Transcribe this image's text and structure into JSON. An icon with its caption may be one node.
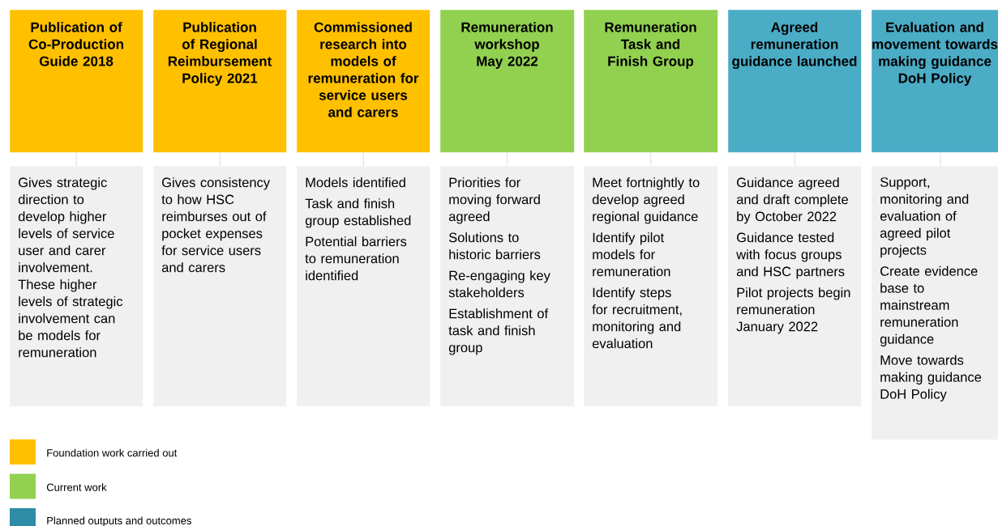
{
  "diagram": {
    "nodes": [
      {
        "text": [
          "Publication of Co-Production Guide 2018"
        ]
      },
      {
        "text": [
          "Gives strategic direction to develop higher levels of service user and carer involvement. These higher levels of strategic involvement can be models for remuneration"
        ]
      },
      {
        "text": [
          "Publication of Regional Reimbursement Policy 2021"
        ]
      },
      {
        "text": [
          "Gives consistency to how HSC reimburses out of pocket expenses for service users and carers"
        ]
      },
      {
        "text": [
          "Commissioned research into models of remuneration for service users and carers"
        ]
      },
      {
        "text": [
          "Models identified",
          "Task and finish group established",
          "Potential barriers to remuneration identified"
        ]
      },
      {
        "text": [
          "Remuneration workshop May 2022"
        ]
      },
      {
        "text": [
          "Priorities for moving forward agreed",
          "Solutions to historic barriers",
          "Re-engaging key stakeholders",
          "Establishment of task and finish group"
        ]
      },
      {
        "text": [
          "Remuneration Task and Finish Group"
        ]
      },
      {
        "text": [
          "Meet fortnightly to develop agreed regional guidance",
          "Identify pilot models for remuneration",
          "Identify steps for recruitment, monitoring and evaluation"
        ]
      },
      {
        "text": [
          "Agreed remuneration guidance launched"
        ]
      },
      {
        "text": [
          "Guidance agreed and draft complete by October 2022",
          "Guidance tested with focus groups and HSC partners",
          "Pilot projects begin remuneration January 2022"
        ]
      },
      {
        "text": [
          "Evaluation and movement towards making guidance DoH Policy"
        ]
      },
      {
        "text": [
          "Support, monitoring and evaluation of agreed pilot projects",
          "Create evidence base to mainstream remuneration guidance",
          "Move towards making guidance DoH Policy"
        ]
      }
    ],
    "edges": [
      {
        "from": 0,
        "to": 1,
        "arrow": "none"
      },
      {
        "from": 2,
        "to": 3,
        "arrow": "none"
      },
      {
        "from": 4,
        "to": 5,
        "arrow": "none"
      },
      {
        "from": 6,
        "to": 7,
        "arrow": "none"
      },
      {
        "from": 8,
        "to": 9,
        "arrow": "none"
      },
      {
        "from": 10,
        "to": 11,
        "arrow": "none"
      },
      {
        "from": 12,
        "to": 13,
        "arrow": "none"
      }
    ],
    "legend": [
      {
        "text": "Foundation work carried out",
        "color": "#ffc000"
      },
      {
        "text": "Current work",
        "color": "#92d050"
      },
      {
        "text": "Planned outputs and outcomes",
        "color": "#2e8ca6"
      }
    ]
  }
}
